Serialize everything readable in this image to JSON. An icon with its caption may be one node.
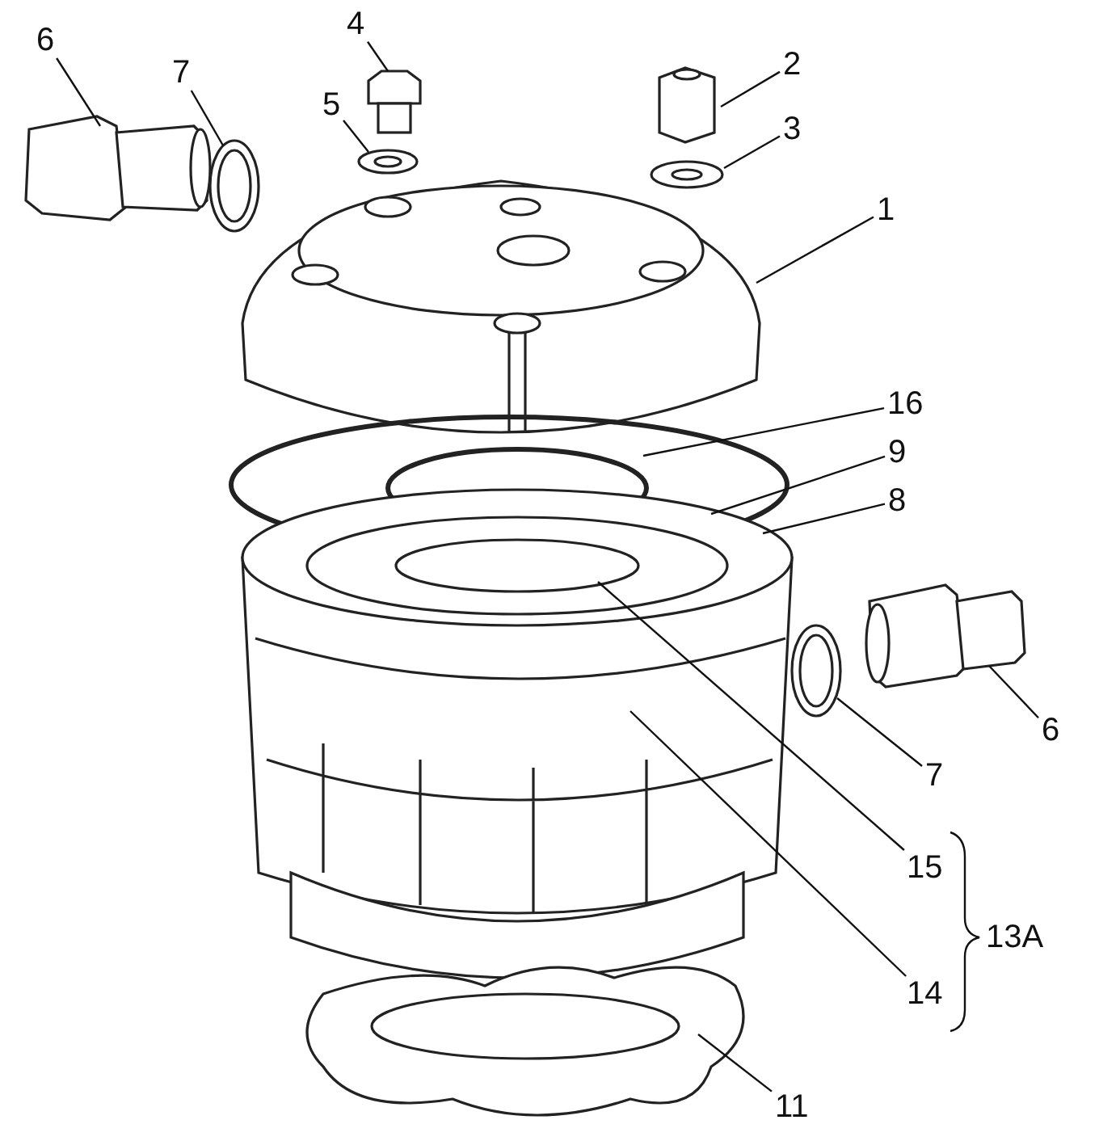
{
  "diagram": {
    "nodes": [
      {
        "text": [
          "4"
        ]
      },
      {
        "text": [
          "6"
        ]
      },
      {
        "text": [
          "2"
        ]
      },
      {
        "text": [
          "7"
        ]
      },
      {
        "text": [
          "5"
        ]
      },
      {
        "text": [
          "3"
        ]
      },
      {
        "text": [
          "1"
        ]
      },
      {
        "text": [
          "16"
        ]
      },
      {
        "text": [
          "9"
        ]
      },
      {
        "text": [
          "8"
        ]
      },
      {
        "text": [
          "6"
        ]
      },
      {
        "text": [
          "7"
        ]
      },
      {
        "text": [
          "15"
        ]
      },
      {
        "text": [
          "14"
        ]
      },
      {
        "text": [
          "11"
        ]
      }
    ],
    "edges": [
      {
        "from": 0,
        "to": null,
        "arrow": "none"
      },
      {
        "from": 1,
        "to": null,
        "arrow": "none"
      },
      {
        "from": 2,
        "to": null,
        "arrow": "none"
      },
      {
        "from": 3,
        "to": null,
        "arrow": "none"
      },
      {
        "from": 4,
        "to": null,
        "arrow": "none"
      },
      {
        "from": 5,
        "to": null,
        "arrow": "none"
      },
      {
        "from": 6,
        "to": null,
        "arrow": "none"
      },
      {
        "from": 7,
        "to": null,
        "arrow": "none"
      },
      {
        "from": 8,
        "to": null,
        "arrow": "none"
      },
      {
        "from": 9,
        "to": null,
        "arrow": "none"
      },
      {
        "from": 10,
        "to": null,
        "arrow": "none"
      },
      {
        "from": 11,
        "to": null,
        "arrow": "none"
      },
      {
        "from": 12,
        "to": null,
        "arrow": "none"
      },
      {
        "from": 13,
        "to": null,
        "arrow": "none"
      },
      {
        "from": 14,
        "to": null,
        "arrow": "none"
      }
    ],
    "labels": [
      "13A"
    ]
  }
}
